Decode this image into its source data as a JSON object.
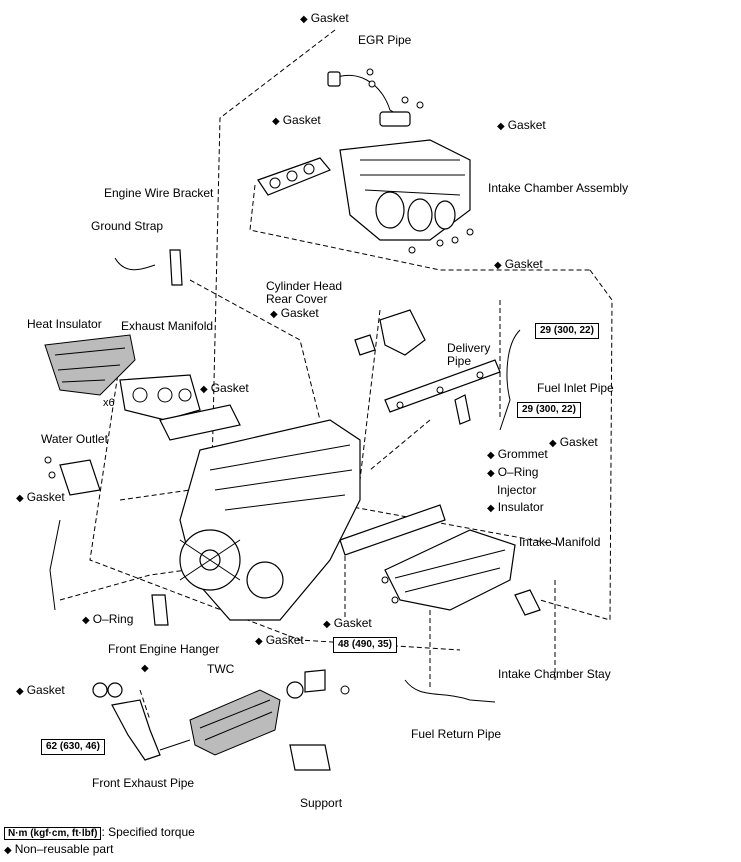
{
  "labels": {
    "gasket_top": "Gasket",
    "egr_pipe": "EGR Pipe",
    "gasket_egr_right": "Gasket",
    "gasket_intake_chamber": "Gasket",
    "intake_chamber_assembly": "Intake Chamber Assembly",
    "engine_wire_bracket": "Engine Wire Bracket",
    "ground_strap": "Ground Strap",
    "gasket_fuel_inlet": "Gasket",
    "cylinder_head_rear_cover_1": "Cylinder Head",
    "cylinder_head_rear_cover_2": "Rear Cover",
    "gasket_rear_cover": "Gasket",
    "heat_insulator": "Heat Insulator",
    "exhaust_manifold": "Exhaust Manifold",
    "delivery_pipe_1": "Delivery",
    "delivery_pipe_2": "Pipe",
    "fuel_inlet_pipe": "Fuel Inlet Pipe",
    "x6": "x6",
    "gasket_exhaust": "Gasket",
    "gasket_fuel_lower": "Gasket",
    "water_outlet": "Water Outlet",
    "grommet": "Grommet",
    "o_ring_injector": "O–Ring",
    "injector": "Injector",
    "gasket_water": "Gasket",
    "insulator": "Insulator",
    "intake_manifold": "Intake Manifold",
    "o_ring_left": "O–Ring",
    "gasket_intake_manifold": "Gasket",
    "front_engine_hanger": "Front Engine Hanger",
    "gasket_twc": "Gasket",
    "intake_chamber_stay": "Intake Chamber Stay",
    "twc": "TWC",
    "gasket_front_exhaust": "Gasket",
    "fuel_return_pipe": "Fuel Return Pipe",
    "front_exhaust_pipe": "Front Exhaust Pipe",
    "support": "Support"
  },
  "torques": {
    "fuel_inlet_upper": "29 (300, 22)",
    "fuel_inlet_lower": "29 (300, 22)",
    "twc": "48 (490, 35)",
    "front_exhaust": "62 (630, 46)"
  },
  "legend": {
    "torque_box": "N·m (kgf·cm, ft·lbf)",
    "torque_text": ": Specified torque",
    "nonreusable_text": "Non–reusable part"
  }
}
